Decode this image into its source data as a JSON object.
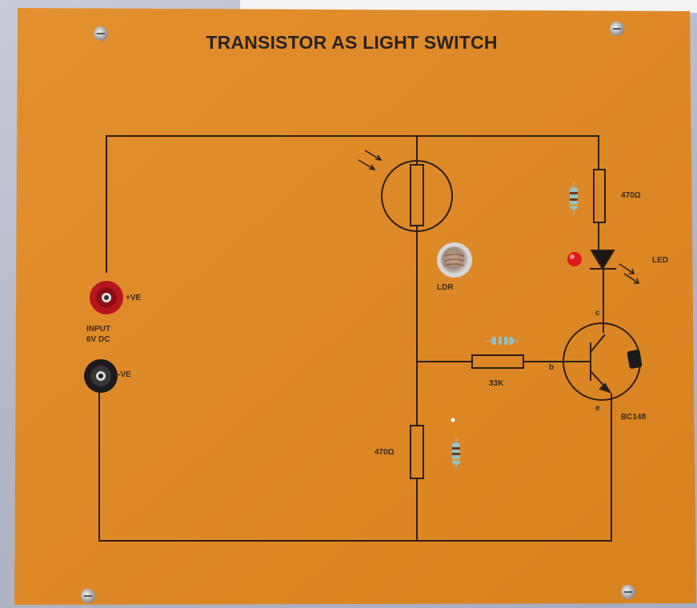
{
  "panel": {
    "title": "TRANSISTOR AS LIGHT SWITCH",
    "colors": {
      "board": "#e08a2a",
      "board_dark": "#cf7a1f",
      "wire": "#2b2016",
      "background": "#b5b8c9"
    }
  },
  "labels": {
    "pos_terminal": "+VE",
    "input_line1": "INPUT",
    "input_line2": "6V DC",
    "neg_terminal": "-VE",
    "ldr": "LDR",
    "r_top": "470Ω",
    "led": "LED",
    "r_base": "33K",
    "collector": "c",
    "base": "b",
    "emitter": "e",
    "transistor": "BC148",
    "r_bottom": "470Ω"
  },
  "icons": {
    "screw": "screw-icon",
    "socket_red": "red-socket-icon",
    "socket_black": "black-socket-icon",
    "ldr_component": "ldr-component-icon",
    "resistor": "resistor-icon",
    "led_component": "red-led-icon",
    "transistor_component": "transistor-component-icon"
  }
}
